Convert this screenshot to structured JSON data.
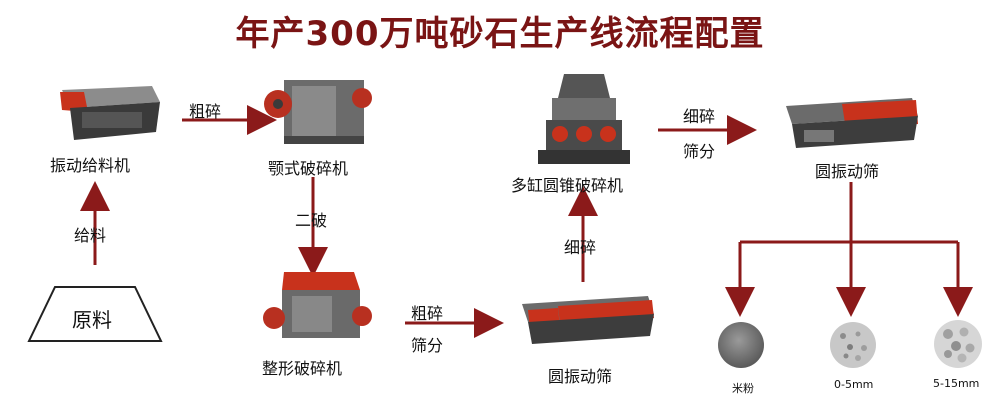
{
  "title": "年产300万吨砂石生产线流程配置",
  "equipment": {
    "feeder": "振动给料机",
    "jaw": "颚式破碎机",
    "cone": "多缸圆锥破碎机",
    "screen_top": "圆振动筛",
    "shaping": "整形破碎机",
    "screen_bottom": "圆振动筛",
    "raw": "原料"
  },
  "arrows": {
    "feed": "给料",
    "coarse_top": "粗碎",
    "secondary": "二破",
    "coarse_bottom_1": "粗碎",
    "coarse_bottom_2": "筛分",
    "fine_up": "细碎",
    "fine_right_1": "细碎",
    "fine_right_2": "筛分"
  },
  "products": [
    "米粉",
    "0-5mm",
    "5-15mm"
  ],
  "colors": {
    "title": "#7a1414",
    "arrow": "#8b1a1a",
    "machine_red": "#c8321c",
    "machine_grey": "#6b6b6b"
  }
}
